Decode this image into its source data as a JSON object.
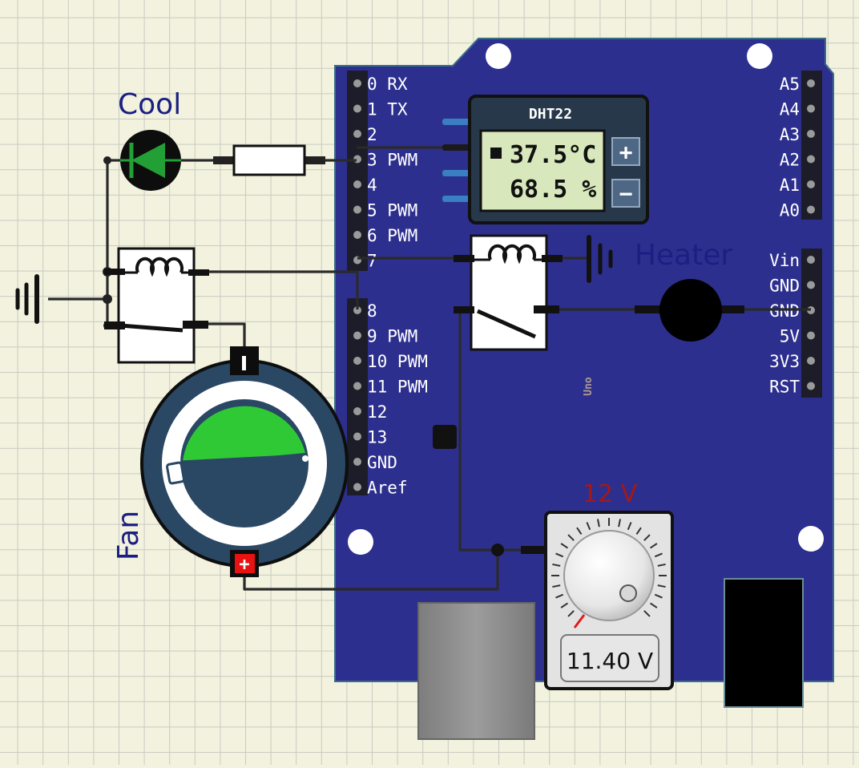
{
  "board": {
    "name": "Uno",
    "left_pins": [
      "0 RX",
      "1 TX",
      "2",
      "3 PWM",
      "4",
      "5 PWM",
      "6 PWM",
      "7",
      "8",
      "9 PWM",
      "10 PWM",
      "11 PWM",
      "12",
      "13",
      "GND",
      "Aref"
    ],
    "right_pins": [
      "A5",
      "A4",
      "A3",
      "A2",
      "A1",
      "A0",
      "Vin",
      "GND",
      "GND",
      "5V",
      "3V3",
      "RST"
    ]
  },
  "sensor": {
    "title": "DHT22",
    "temperature": "37.5°C",
    "humidity": "68.5 %",
    "plus_label": "+",
    "minus_label": "−"
  },
  "labels": {
    "cool": "Cool",
    "heater": "Heater",
    "fan": "Fan",
    "supply": "12 V"
  },
  "supply": {
    "reading": "11.40 V"
  },
  "fan": {
    "plus_terminal": "+"
  },
  "colors": {
    "board": "#2d2f8e",
    "label_blue": "#1b1f82",
    "supply_label": "#a41818",
    "led_green": "#23a035",
    "fan_green": "#2ec934",
    "fan_body": "#2a4763",
    "lcd": "#d9e8bc"
  }
}
